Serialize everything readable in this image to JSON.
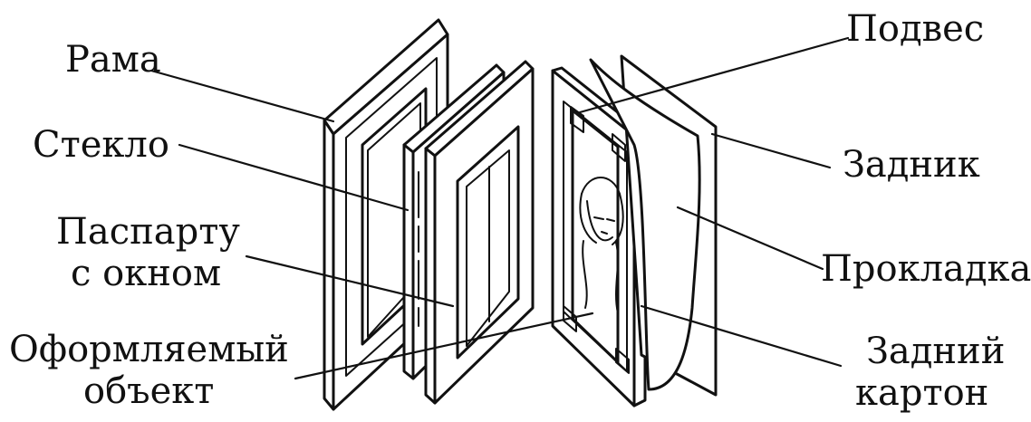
{
  "labels": {
    "frame": "Рама",
    "glass": "Стекло",
    "mat_line1": "Паспарту",
    "mat_line2": "с окном",
    "object_line1": "Оформляемый",
    "object_line2": "объект",
    "hanger": "Подвес",
    "backing": "Задник",
    "spacer": "Прокладка",
    "back_board_line1": "Задний",
    "back_board_line2": "картон"
  }
}
